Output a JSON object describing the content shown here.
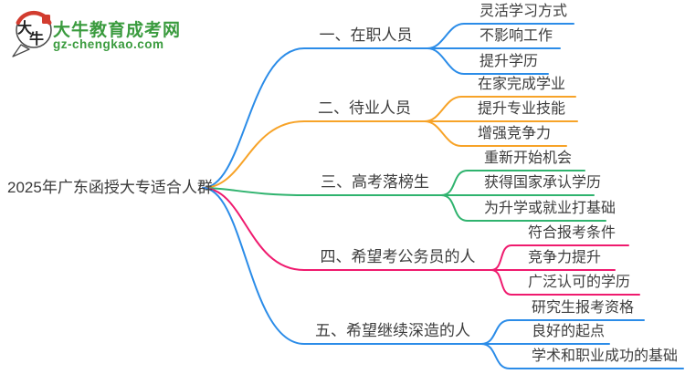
{
  "logo": {
    "icon_text_top": "大",
    "icon_text_bottom": "牛",
    "site_name": "大牛教育成考网",
    "site_domain": "gz-chengkao.com",
    "colors": {
      "brand_green": "#3a9b3e",
      "seal_red": "#d23c2f",
      "outline": "#4a4a4a"
    }
  },
  "mindmap": {
    "root": {
      "label": "2025年广东函授大专适合人群"
    },
    "branches": [
      {
        "label": "一、在职人员",
        "color": "#2b8ce8",
        "children": [
          "灵活学习方式",
          "不影响工作",
          "提升学历"
        ]
      },
      {
        "label": "二、待业人员",
        "color": "#f7a328",
        "children": [
          "在家完成学业",
          "提升专业技能",
          "增强竞争力"
        ]
      },
      {
        "label": "三、高考落榜生",
        "color": "#2fb36e",
        "children": [
          "重新开始机会",
          "获得国家承认学历",
          "为升学或就业打基础"
        ]
      },
      {
        "label": "四、希望考公务员的人",
        "color": "#ef1a6e",
        "children": [
          "符合报考条件",
          "竞争力提升",
          "广泛认可的学历"
        ]
      },
      {
        "label": "五、希望继续深造的人",
        "color": "#2b8ce8",
        "children": [
          "研究生报考资格",
          "良好的起点",
          "学术和职业成功的基础"
        ]
      }
    ]
  }
}
